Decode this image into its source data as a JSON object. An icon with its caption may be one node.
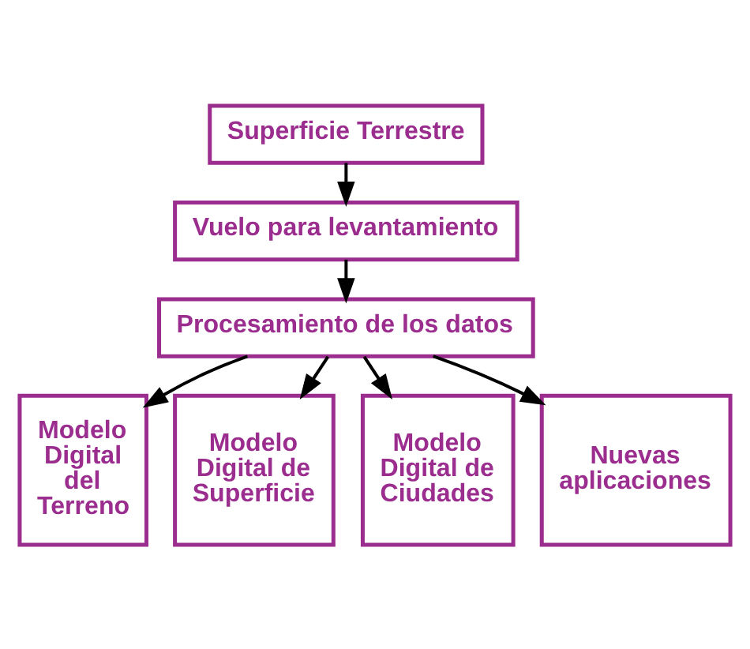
{
  "diagram": {
    "nodes": [
      {
        "text": [
          "Superficie Terrestre"
        ]
      },
      {
        "text": [
          "Vuelo para levantamiento"
        ]
      },
      {
        "text": [
          "Procesamiento de los datos"
        ]
      },
      {
        "text": [
          "Modelo Digital del Terreno"
        ]
      },
      {
        "text": [
          "Modelo Digital de Superficie"
        ]
      },
      {
        "text": [
          "Modelo Digital de Ciudades"
        ]
      },
      {
        "text": [
          "Nuevas aplicaciones"
        ]
      }
    ],
    "edges": [
      {
        "from": 0,
        "to": 1,
        "arrow": "to"
      },
      {
        "from": 1,
        "to": 2,
        "arrow": "to"
      },
      {
        "from": 2,
        "to": 3,
        "arrow": "to"
      },
      {
        "from": 2,
        "to": 4,
        "arrow": "to"
      },
      {
        "from": 2,
        "to": 5,
        "arrow": "to"
      },
      {
        "from": 2,
        "to": 6,
        "arrow": "to"
      }
    ]
  }
}
